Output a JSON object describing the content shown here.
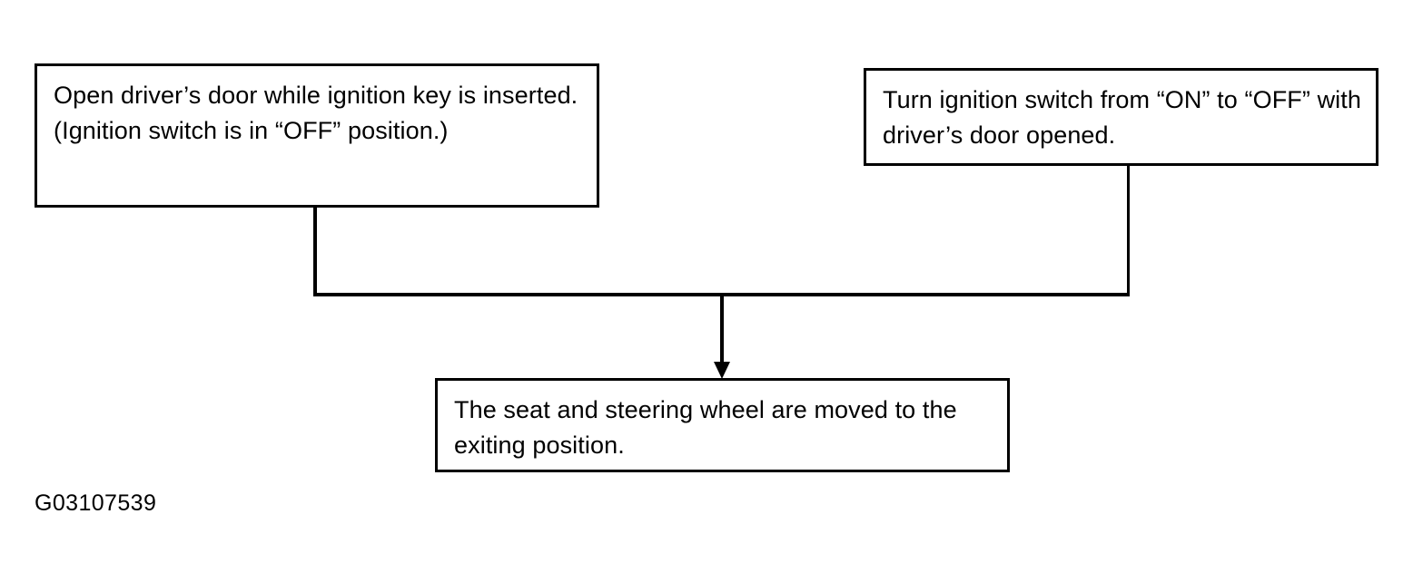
{
  "figure": {
    "code": "G03107539",
    "background_color": "#ffffff",
    "line_color": "#000000"
  },
  "boxes": {
    "open_door": {
      "text": "Open driver’s door while ignition key is inserted. (Ignition switch is in “OFF” position.)"
    },
    "turn_switch": {
      "text": "Turn ignition switch from “ON” to “OFF” with driver’s door opened."
    },
    "result": {
      "text": "The seat and steering wheel are moved to the exiting position."
    }
  }
}
